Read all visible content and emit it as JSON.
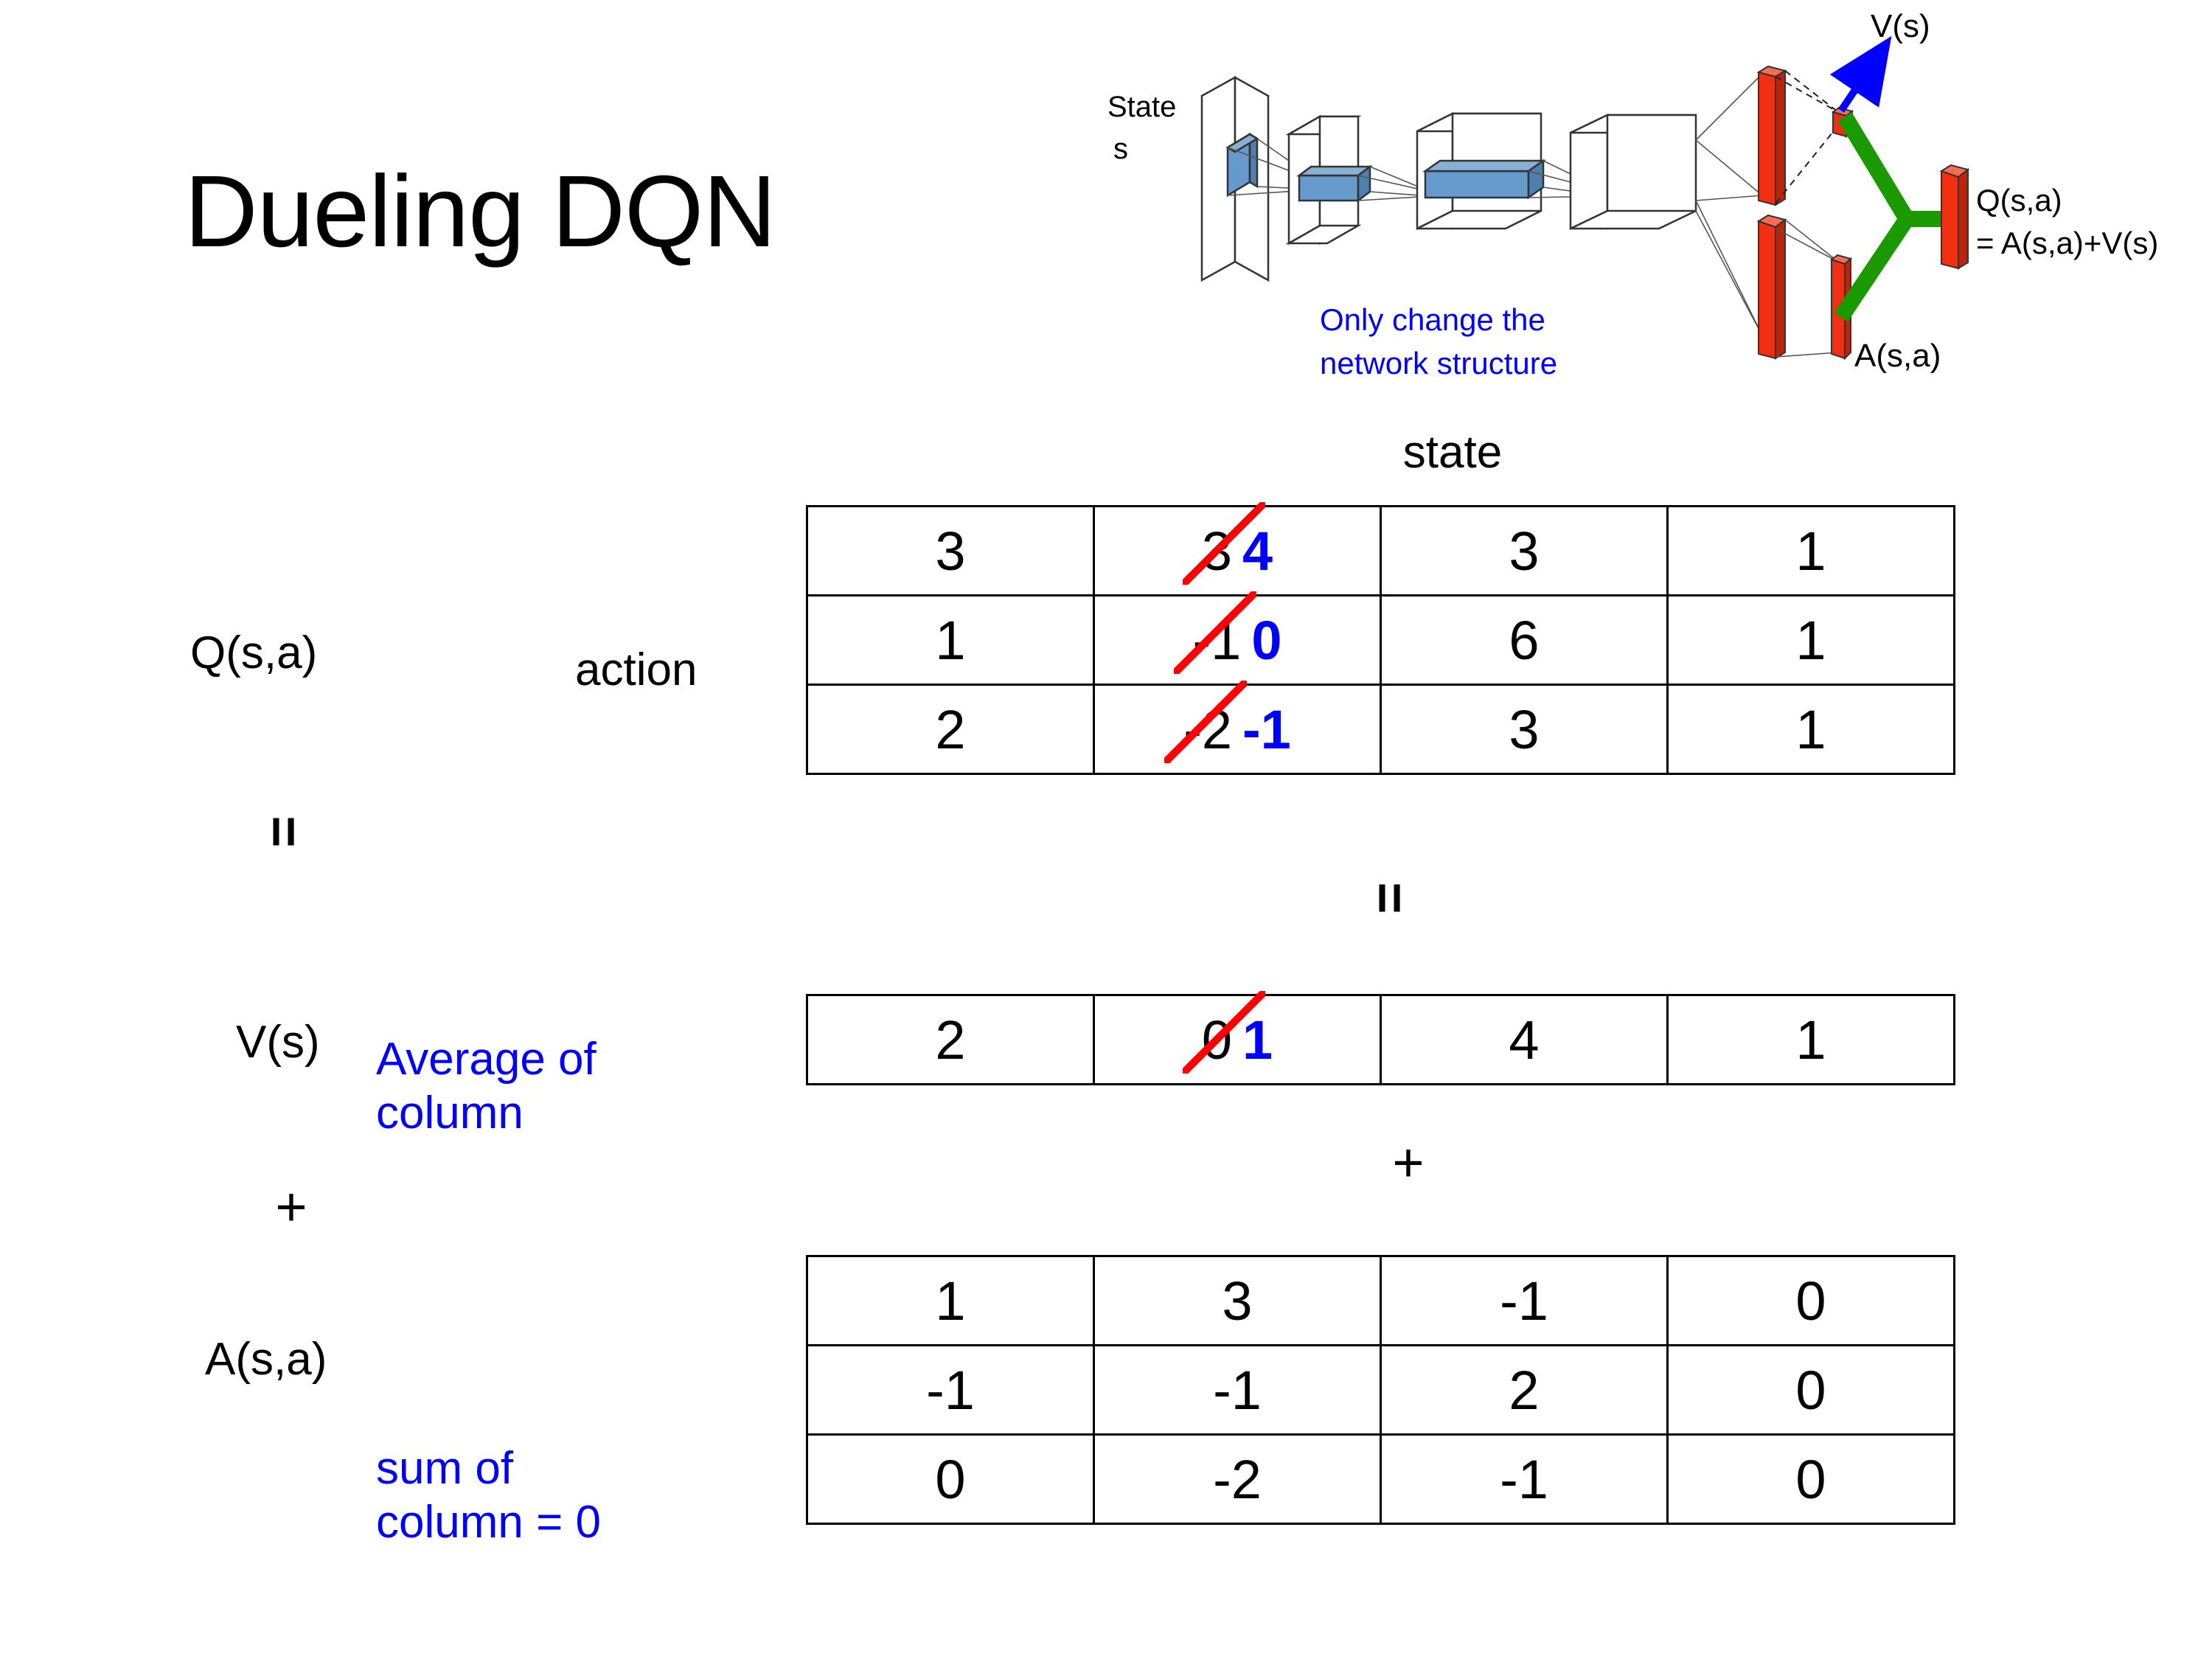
{
  "slide": {
    "title": "Dueling DQN"
  },
  "diagram": {
    "name": "dueling-network-architecture",
    "input_label_line1": "State",
    "input_label_line2": "s",
    "note_line1": "Only change the",
    "note_line2": "network structure",
    "value_stream_label": "V(s)",
    "advantage_stream_label": "A(s,a)",
    "output_label_line1": "Q(s,a)",
    "output_label_line2": "= A(s,a)+V(s)",
    "colors": {
      "note": "#0000ff",
      "arrow": "#0000ff",
      "bars": "#f03010",
      "merge": "#1a9900",
      "filters": "#6699cc"
    }
  },
  "labels": {
    "state_axis": "state",
    "action_axis": "action",
    "q_label": "Q(s,a)",
    "v_label": "V(s)",
    "a_label": "A(s,a)",
    "equals_left": "=",
    "equals_mid": "=",
    "plus_left": "+",
    "plus_mid": "+",
    "average_note_line1": "Average of",
    "average_note_line2": "column",
    "sum_note_line1": "sum of",
    "sum_note_line2": "column = 0"
  },
  "colors": {
    "annotation_blue": "#0000ff",
    "strikeout_red": "#ff0000",
    "text_black": "#000000"
  },
  "chart_data": {
    "type": "table",
    "title": "Dueling DQN  Q(s,a) = V(s) + A(s,a)",
    "xlabel": "state",
    "ylabel": "action",
    "tables": [
      {
        "name": "Q(s,a)",
        "rows": [
          [
            {
              "value": "3"
            },
            {
              "value": "3",
              "struck": true,
              "new_value": "4"
            },
            {
              "value": "3"
            },
            {
              "value": "1"
            }
          ],
          [
            {
              "value": "1"
            },
            {
              "value": "-1",
              "struck": true,
              "new_value": "0"
            },
            {
              "value": "6"
            },
            {
              "value": "1"
            }
          ],
          [
            {
              "value": "2"
            },
            {
              "value": "-2",
              "struck": true,
              "new_value": "-1"
            },
            {
              "value": "3"
            },
            {
              "value": "1"
            }
          ]
        ]
      },
      {
        "name": "V(s)",
        "rows": [
          [
            {
              "value": "2"
            },
            {
              "value": "0",
              "struck": true,
              "new_value": "1"
            },
            {
              "value": "4"
            },
            {
              "value": "1"
            }
          ]
        ]
      },
      {
        "name": "A(s,a)",
        "rows": [
          [
            {
              "value": "1"
            },
            {
              "value": "3"
            },
            {
              "value": "-1"
            },
            {
              "value": "0"
            }
          ],
          [
            {
              "value": "-1"
            },
            {
              "value": "-1"
            },
            {
              "value": "2"
            },
            {
              "value": "0"
            }
          ],
          [
            {
              "value": "0"
            },
            {
              "value": "-2"
            },
            {
              "value": "-1"
            },
            {
              "value": "0"
            }
          ]
        ]
      }
    ]
  }
}
